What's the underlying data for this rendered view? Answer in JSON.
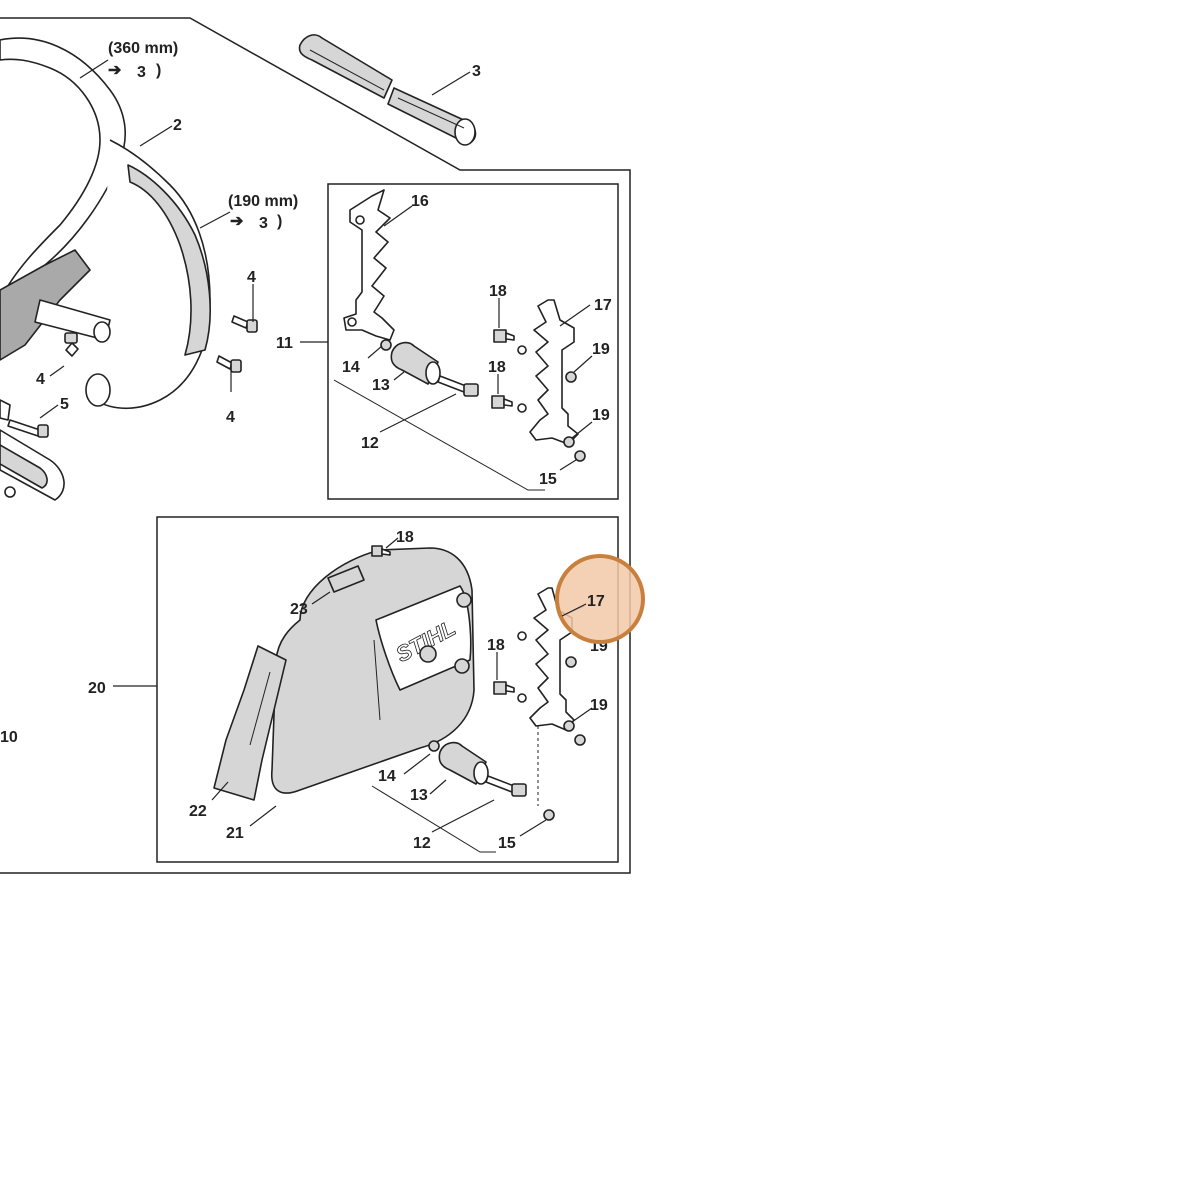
{
  "colors": {
    "highlight_fill": "#f2c9a8",
    "highlight_stroke": "#c8803f",
    "line": "#222222",
    "part_grey": "#d6d6d6",
    "part_dark": "#a9a9a9"
  },
  "brand_logo": "STIHL",
  "notes": {
    "length_360": "(360 mm)",
    "length_190": "(190 mm)",
    "ref_arrow": "➔",
    "ref_3": "3",
    "paren_close": ")"
  },
  "callouts": {
    "p2": "2",
    "p3": "3",
    "p4a": "4",
    "p4b": "4",
    "p4c": "4",
    "p5": "5",
    "p10": "10",
    "p11": "11",
    "p12a": "12",
    "p13a": "13",
    "p14a": "14",
    "p15a": "15",
    "p16": "16",
    "p17a": "17",
    "p18a": "18",
    "p18b": "18",
    "p19a": "19",
    "p19b": "19",
    "p12b": "12",
    "p13b": "13",
    "p14b": "14",
    "p15b": "15",
    "p17b": "17",
    "p18c": "18",
    "p18d": "18",
    "p19c": "19",
    "p19d": "19",
    "p20": "20",
    "p21": "21",
    "p22": "22",
    "p23": "23"
  }
}
